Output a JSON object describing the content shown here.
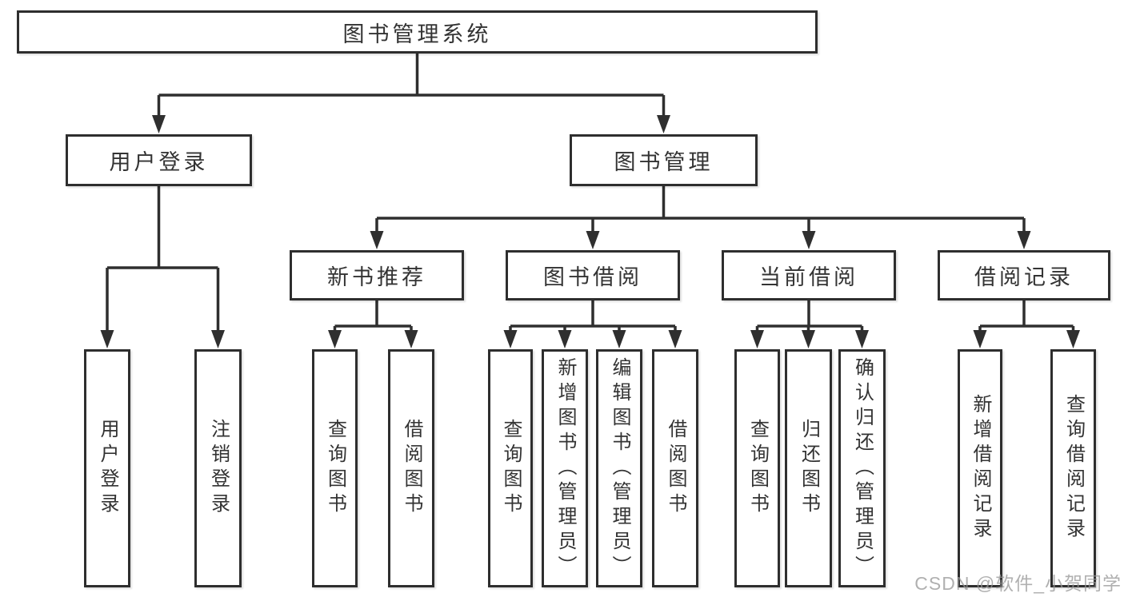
{
  "diagram": {
    "title": "图书管理系统",
    "type": "tree",
    "nodes": {
      "root": "图书管理系统",
      "user_login": "用户登录",
      "book_mgmt": "图书管理",
      "new_book_rec": "新书推荐",
      "book_borrow": "图书借阅",
      "current_borrow": "当前借阅",
      "borrow_record": "借阅记录",
      "ul_user_login": "用户登录",
      "ul_logout": "注销登录",
      "nbr_query_book": "查询图书",
      "nbr_borrow_book": "借阅图书",
      "bb_query_book": "查询图书",
      "bb_add_book": "新增图书（管理员）",
      "bb_edit_book": "编辑图书（管理员）",
      "bb_borrow_book": "借阅图书",
      "cb_query_book": "查询图书",
      "cb_return_book": "归还图书",
      "cb_confirm_return": "确认归还（管理员）",
      "br_add_record": "新增借阅记录",
      "br_query_record": "查询借阅记录"
    },
    "hierarchy": {
      "图书管理系统": {
        "用户登录": [
          "用户登录",
          "注销登录"
        ],
        "图书管理": {
          "新书推荐": [
            "查询图书",
            "借阅图书"
          ],
          "图书借阅": [
            "查询图书",
            "新增图书（管理员）",
            "编辑图书（管理员）",
            "借阅图书"
          ],
          "当前借阅": [
            "查询图书",
            "归还图书",
            "确认归还（管理员）"
          ],
          "借阅记录": [
            "新增借阅记录",
            "查询借阅记录"
          ]
        }
      }
    },
    "colors": {
      "line": "#2f2f2f",
      "box_border": "#2e2e2e",
      "text": "#333333",
      "background": "#ffffff",
      "watermark": "#969696"
    }
  },
  "watermark": "CSDN @软件_小贺同学"
}
